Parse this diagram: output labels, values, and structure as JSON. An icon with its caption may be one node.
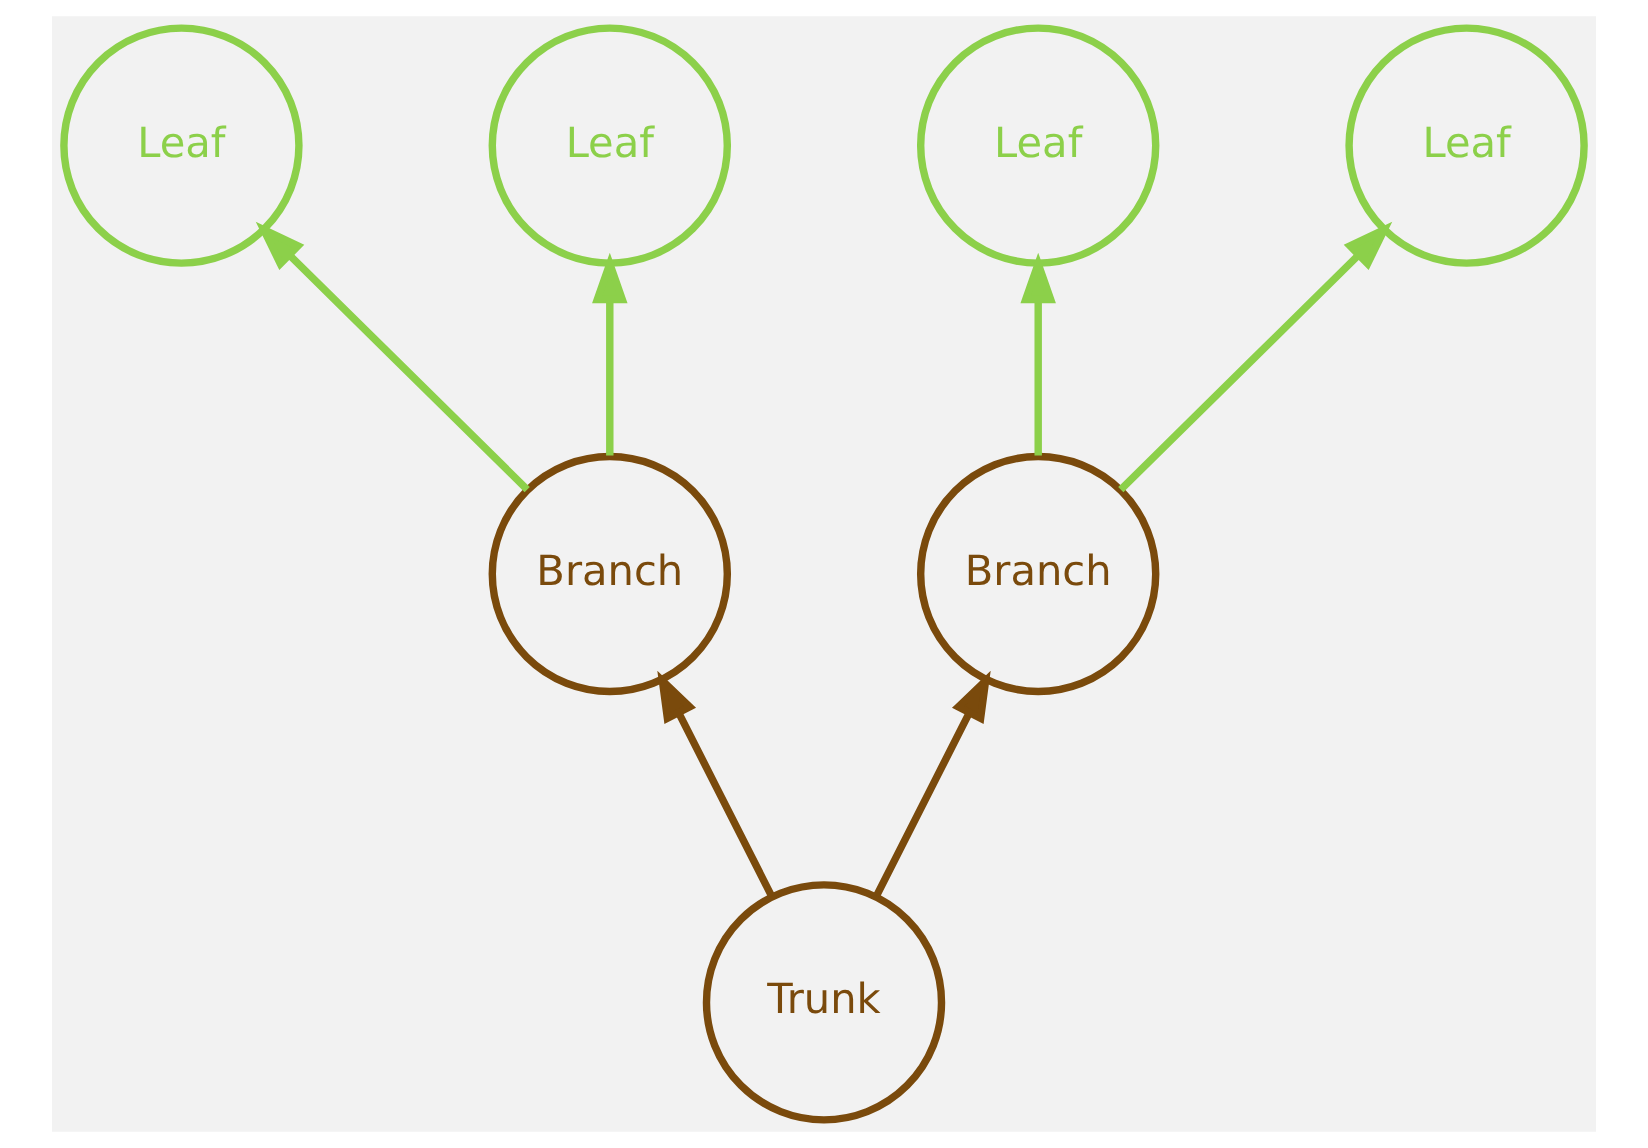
{
  "diagram": {
    "nodes": [
      {
        "text": [
          "Leaf"
        ]
      },
      {
        "text": [
          "Leaf"
        ]
      },
      {
        "text": [
          "Leaf"
        ]
      },
      {
        "text": [
          "Leaf"
        ]
      },
      {
        "text": [
          "Branch"
        ]
      },
      {
        "text": [
          "Branch"
        ]
      },
      {
        "text": [
          "Trunk"
        ]
      }
    ],
    "edges": [
      {
        "from": 6,
        "to": 4,
        "arrow": "to",
        "color": "#7a4a0c"
      },
      {
        "from": 6,
        "to": 5,
        "arrow": "to",
        "color": "#7a4a0c"
      },
      {
        "from": 4,
        "to": 0,
        "arrow": "to"
      },
      {
        "from": 4,
        "to": 1,
        "arrow": "to"
      },
      {
        "from": 5,
        "to": 2,
        "arrow": "to"
      },
      {
        "from": 5,
        "to": 3,
        "arrow": "to"
      }
    ]
  }
}
